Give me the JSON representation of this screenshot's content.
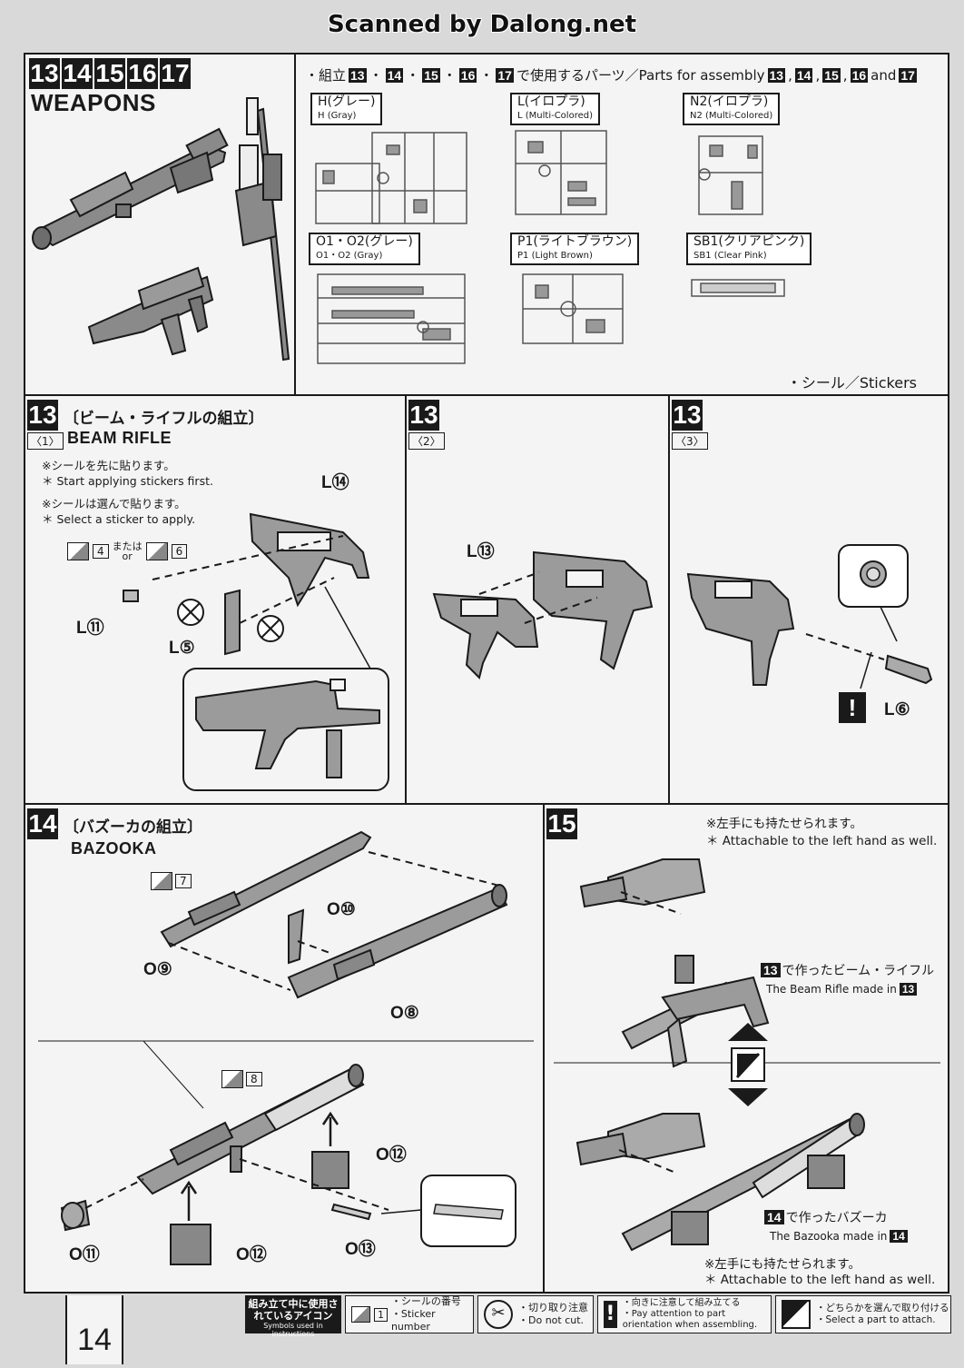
{
  "banner": "Scanned by Dalong.net",
  "header": {
    "steps": [
      "13",
      "14",
      "15",
      "16",
      "17"
    ],
    "title": "WEAPONS",
    "parts_intro_prefix": "・組立",
    "parts_intro_sep": "・",
    "parts_intro_jp_suffix": "で使用するパーツ／Parts for assembly",
    "parts_intro_and": "and",
    "stickers_label": "・シール／Stickers"
  },
  "runners": [
    {
      "jp": "H(グレー)",
      "en": "H (Gray)"
    },
    {
      "jp": "L(イロプラ)",
      "en": "L (Multi-Colored)"
    },
    {
      "jp": "N2(イロプラ)",
      "en": "N2 (Multi-Colored)"
    },
    {
      "jp": "O1・O2(グレー)",
      "en": "O1・O2 (Gray)"
    },
    {
      "jp": "P1(ライトブラウン)",
      "en": "P1 (Light Brown)"
    },
    {
      "jp": "SB1(クリアピンク)",
      "en": "SB1 (Clear Pink)"
    }
  ],
  "step13_1": {
    "num": "13",
    "sub": "〈1〉",
    "jp": "〔ビーム・ライフルの組立〕",
    "en": "BEAM RIFLE",
    "note1_jp": "※シールを先に貼ります。",
    "note1_en": "＊ Start applying stickers first.",
    "note2_jp": "※シールは選んで貼ります。",
    "note2_en": "＊ Select a sticker to apply.",
    "sticker_a": "4",
    "or_jp": "または",
    "or_en": "or",
    "sticker_b": "6",
    "parts": [
      "L⑭",
      "L⑪",
      "L⑤"
    ]
  },
  "step13_2": {
    "num": "13",
    "sub": "〈2〉",
    "parts": [
      "L⑬"
    ]
  },
  "step13_3": {
    "num": "13",
    "sub": "〈3〉",
    "parts": [
      "L⑥"
    ]
  },
  "step14": {
    "num": "14",
    "jp": "〔バズーカの組立〕",
    "en": "BAZOOKA",
    "sticker_a": "7",
    "sticker_b": "8",
    "parts_top": [
      "O⑩",
      "O⑨",
      "O⑧"
    ],
    "parts_bottom": [
      "O⑫",
      "O⑪",
      "O⑫",
      "O⑬"
    ]
  },
  "step15": {
    "num": "15",
    "note_jp": "※左手にも持たせられます。",
    "note_en": "＊ Attachable to the left hand as well.",
    "rifle_jp": "で作ったビーム・ライフル",
    "rifle_en": "The Beam Rifle made in",
    "rifle_ref": "13",
    "bazooka_jp": "で作ったバズーカ",
    "bazooka_en": "The Bazooka made in",
    "bazooka_ref": "14"
  },
  "page_number": "14",
  "legend": {
    "title_jp": "組み立て中に使用されているアイコン",
    "title_en": "Symbols used in instructions",
    "sticker_num": "1",
    "sticker_jp": "・シールの番号",
    "sticker_en": "・Sticker number",
    "cut_jp": "・切り取り注意",
    "cut_en": "・Do not cut.",
    "orient_jp": "・向きに注意して組み立てる",
    "orient_en": "・Pay attention to part orientation when assembling.",
    "select_jp": "・どちらかを選んで取り付ける",
    "select_en": "・Select a part to attach."
  }
}
